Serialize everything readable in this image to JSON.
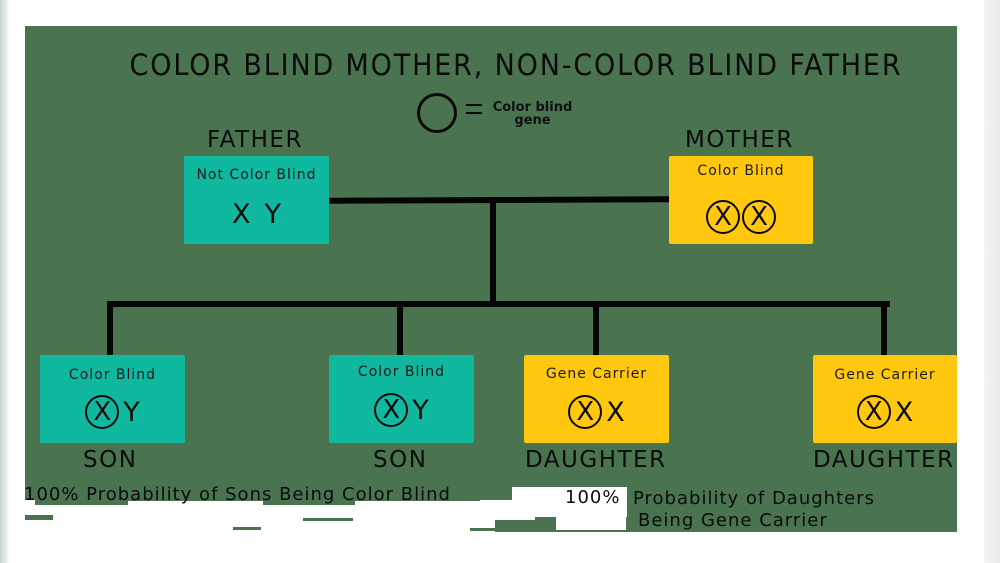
{
  "title": "COLOR BLIND MOTHER, NON-COLOR BLIND FATHER",
  "legend": {
    "symbol": "circle",
    "equals": "=",
    "text_line1": "Color blind",
    "text_line2": "gene"
  },
  "parents": {
    "father": {
      "label": "FATHER",
      "status": "Not Color Blind",
      "alleles": [
        {
          "letter": "X",
          "circled": false
        },
        {
          "letter": "Y",
          "circled": false
        }
      ],
      "color": "#0fb89e"
    },
    "mother": {
      "label": "MOTHER",
      "status": "Color Blind",
      "alleles": [
        {
          "letter": "X",
          "circled": true
        },
        {
          "letter": "X",
          "circled": true
        }
      ],
      "color": "#ffc80f"
    }
  },
  "children": [
    {
      "label": "SON",
      "status": "Color Blind",
      "alleles": [
        {
          "letter": "X",
          "circled": true
        },
        {
          "letter": "Y",
          "circled": false
        }
      ],
      "color": "#0fb89e"
    },
    {
      "label": "SON",
      "status": "Color Blind",
      "alleles": [
        {
          "letter": "X",
          "circled": true
        },
        {
          "letter": "Y",
          "circled": false
        }
      ],
      "color": "#0fb89e"
    },
    {
      "label": "DAUGHTER",
      "status": "Gene Carrier",
      "alleles": [
        {
          "letter": "X",
          "circled": true
        },
        {
          "letter": "X",
          "circled": false
        }
      ],
      "color": "#ffc80f"
    },
    {
      "label": "DAUGHTER",
      "status": "Gene Carrier",
      "alleles": [
        {
          "letter": "X",
          "circled": true
        },
        {
          "letter": "X",
          "circled": false
        }
      ],
      "color": "#ffc80f"
    }
  ],
  "footer": {
    "sons": "100% Probability of Sons Being Color Blind",
    "daughters_pct": "100%",
    "daughters_line1": "Probability of Daughters",
    "daughters_line2": "Being Gene Carrier"
  },
  "colors": {
    "background": "#4a7350",
    "teal": "#0fb89e",
    "yellow": "#ffc80f",
    "line": "#050505"
  }
}
